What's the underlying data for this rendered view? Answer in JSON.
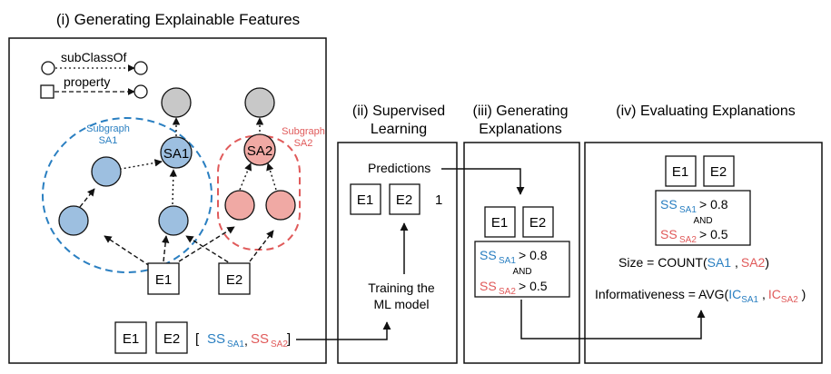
{
  "colors": {
    "blue": "#2a7fc1",
    "blue_fill": "#9dbfe0",
    "red": "#e05a5a",
    "red_fill": "#f0a9a4",
    "gray_fill": "#c8c8c8",
    "black": "#111111"
  },
  "panel1": {
    "title": "(i) Generating Explainable Features",
    "legend": {
      "subclass": "subClassOf",
      "property": "property"
    },
    "subgraph_sa1": {
      "line1": "Subgraph",
      "line2": "SA1"
    },
    "subgraph_sa2": {
      "line1": "Subgraph",
      "line2": "SA2"
    },
    "node_sa1": "SA1",
    "node_sa2": "SA2",
    "e1": "E1",
    "e2": "E2",
    "vector": {
      "e1": "E1",
      "e2": "E2",
      "open": "[",
      "ss": "SS",
      "sub1": "SA1",
      "comma": ",",
      "sub2": "SA2",
      "close": "]"
    }
  },
  "panel2": {
    "title_line1": "(ii) Supervised",
    "title_line2": "Learning",
    "predictions": "Predictions",
    "e1": "E1",
    "e2": "E2",
    "one": "1",
    "training_line1": "Training the",
    "training_line2": "ML model"
  },
  "panel3": {
    "title_line1": "(iii) Generating",
    "title_line2": "Explanations",
    "e1": "E1",
    "e2": "E2",
    "ss": "SS",
    "sub1": "SA1",
    "cond1": "> 0.8",
    "and": "AND",
    "sub2": "SA2",
    "cond2": "> 0.5"
  },
  "panel4": {
    "title": "(iv) Evaluating Explanations",
    "e1": "E1",
    "e2": "E2",
    "ss": "SS",
    "sub1": "SA1",
    "cond1": "> 0.8",
    "and": "AND",
    "sub2": "SA2",
    "cond2": "> 0.5",
    "size_prefix": "Size = COUNT(",
    "size_sa1": "SA1",
    "size_sep": " ,",
    "size_sa2": "SA2",
    "size_close": ")",
    "info_prefix": "Informativeness = AVG(",
    "ic": "IC",
    "info_sub1": "SA1",
    "info_sep": " ,",
    "info_sub2": "SA2",
    "info_close": " )"
  }
}
